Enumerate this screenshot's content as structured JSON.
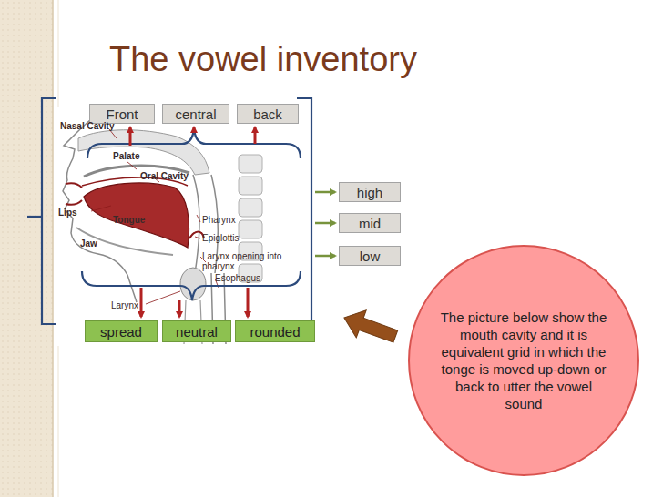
{
  "diagram": {
    "title": "The vowel inventory",
    "nodes": [
      {
        "text": [
          "Front"
        ]
      },
      {
        "text": [
          "central"
        ]
      },
      {
        "text": [
          "back"
        ]
      },
      {
        "text": [
          "high"
        ]
      },
      {
        "text": [
          "mid"
        ]
      },
      {
        "text": [
          "low"
        ]
      },
      {
        "text": [
          "spread"
        ]
      },
      {
        "text": [
          "neutral"
        ]
      },
      {
        "text": [
          "rounded"
        ]
      },
      {
        "text": [
          "The picture below show the mouth cavity and it is equivalent grid in which the tonge is moved up-down or back to utter the vowel sound"
        ]
      }
    ],
    "labels": [
      "Nasal Cavity",
      "Palate",
      "Oral Cavity",
      "Lips",
      "Tongue",
      "Pharynx",
      "Jaw",
      "Epiglottis",
      "Larynx opening into pharynx",
      "Esophagus",
      "Larynx"
    ]
  }
}
